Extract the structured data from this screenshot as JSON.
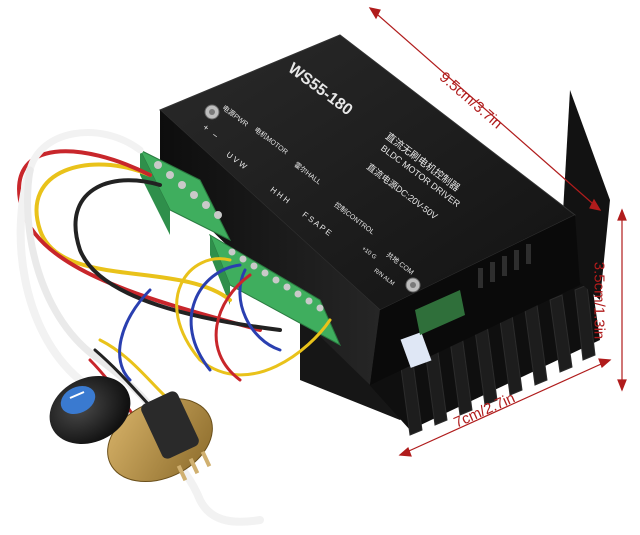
{
  "product": {
    "model": "WS55-180",
    "title_cn": "直流无刷电机控制器",
    "title_en": "BLDC MOTOR DRIVER",
    "supply": "直流电源DC:20V-50V",
    "port_power": "电源PWR",
    "port_motor": "电机MOTOR",
    "port_hall": "霍尔HALL",
    "port_control": "控制CONTROL",
    "port_common": "共地 COM",
    "pin_plus": "+",
    "pin_minus": "−",
    "pins_motor": "U V W",
    "pins_hall": "H H H",
    "pins_control": "F S A P E",
    "pins_extra": "+10 G",
    "pins_run": "R/N ALM"
  },
  "dimensions": {
    "length": "9.5cm/3.7in",
    "height": "3.5cm/1.3in",
    "width": "7cm/2.7in"
  },
  "colors": {
    "driver_body": "#1a1a1a",
    "terminal_block": "#3fae5e",
    "dimension_line": "#b01c1c",
    "wire_red": "#c8262b",
    "wire_yellow": "#e9c21a",
    "wire_blue": "#2a3fb0",
    "wire_white": "#f2f2f2",
    "wire_black": "#222222",
    "knob": "#1b1b1b"
  }
}
